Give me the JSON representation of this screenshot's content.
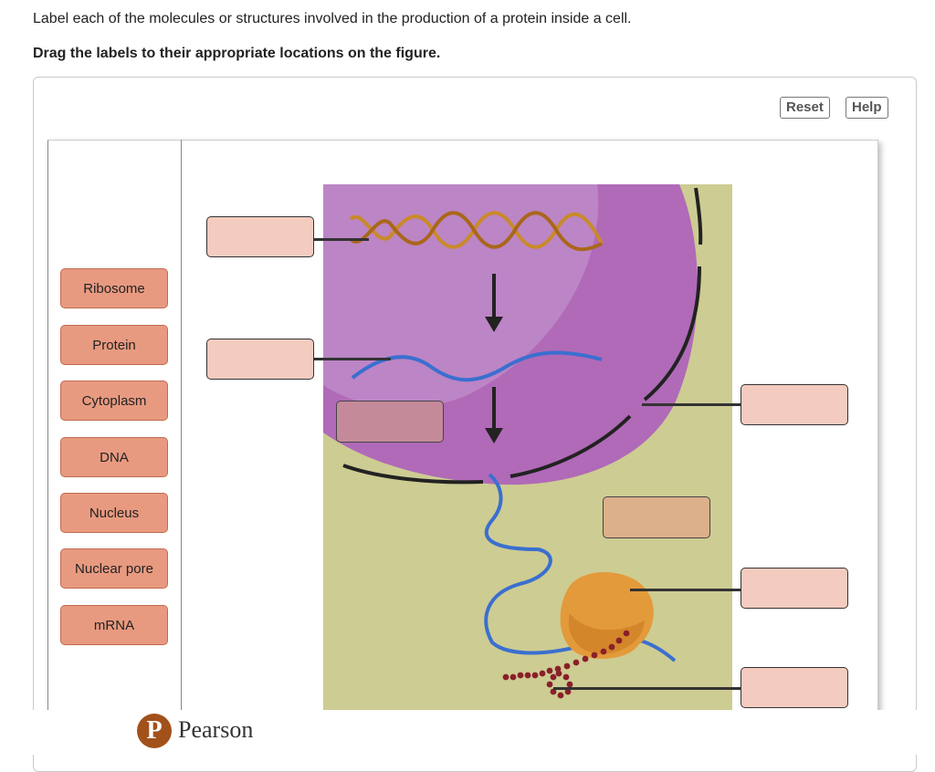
{
  "instruction": "Label each of the molecules or structures involved in the production of a protein inside a cell.",
  "instruction_bold": "Drag the labels to their appropriate locations on the figure.",
  "toolbar": {
    "reset_label": "Reset",
    "help_label": "Help"
  },
  "label_bank": [
    {
      "label": "Ribosome"
    },
    {
      "label": "Protein"
    },
    {
      "label": "Cytoplasm"
    },
    {
      "label": "DNA"
    },
    {
      "label": "Nucleus"
    },
    {
      "label": "Nuclear pore"
    },
    {
      "label": "mRNA"
    }
  ],
  "figure": {
    "colors": {
      "cytoplasm": "#cdcc92",
      "nucleus": "#b06ab8",
      "dna": "#c98a2a",
      "mrna": "#3a6fd0",
      "ribosome": "#e39a3a",
      "protein_chain": "#8a1f2a",
      "target_fill": "#f4cbbf"
    }
  },
  "footer": {
    "brand": "Pearson",
    "logo_letter": "P"
  }
}
